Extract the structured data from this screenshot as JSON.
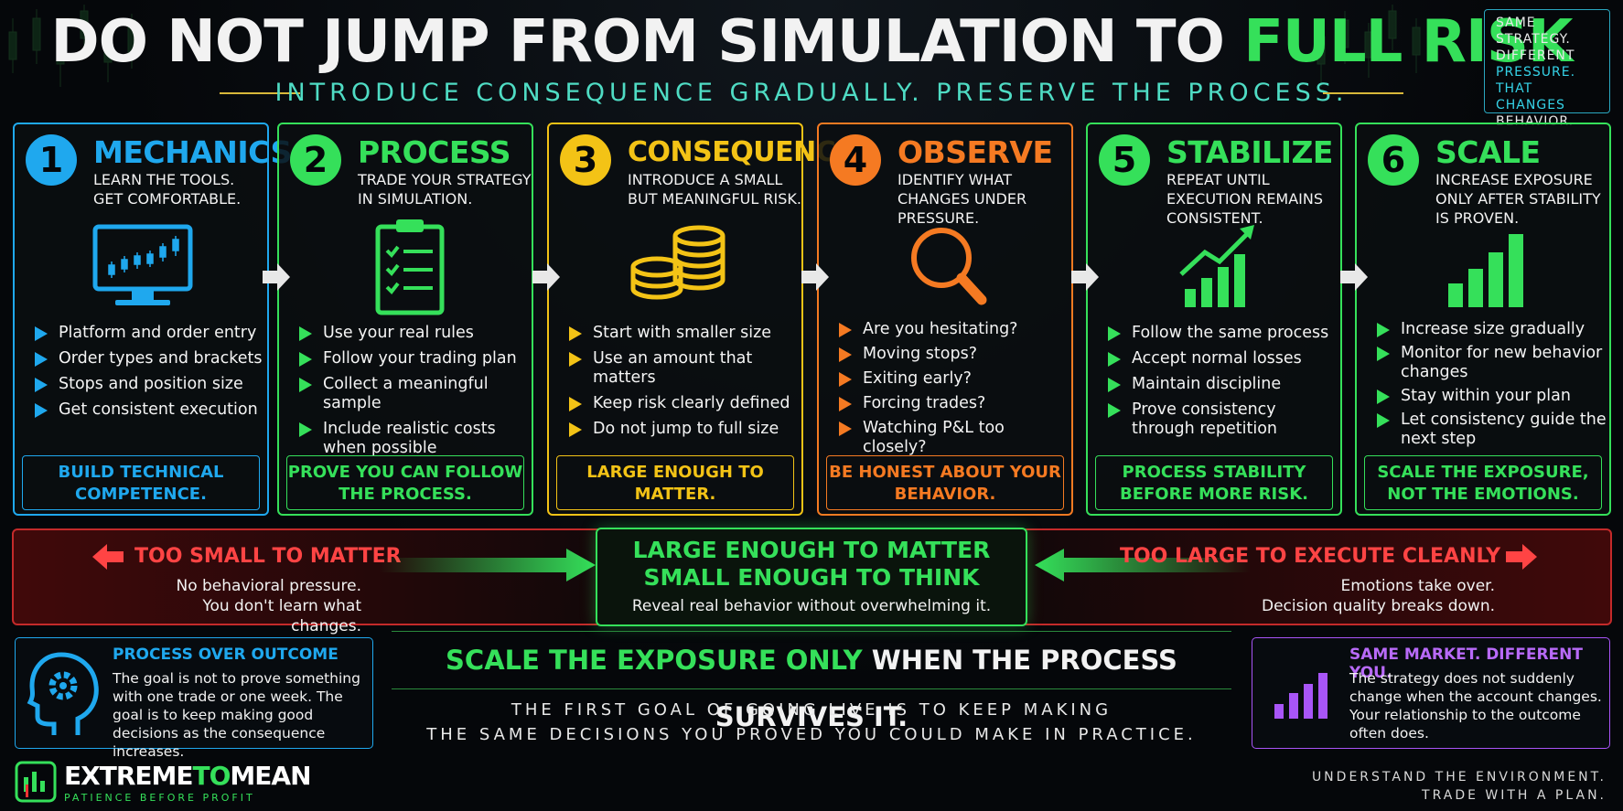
{
  "header": {
    "title_white": "DO NOT JUMP FROM SIMULATION TO",
    "title_green": "FULL RISK",
    "subtitle": "INTRODUCE CONSEQUENCE GRADUALLY. PRESERVE THE PROCESS.",
    "corner_lines": [
      "SAME",
      "STRATEGY.",
      "DIFFERENT",
      "PRESSURE.",
      "THAT CHANGES",
      "BEHAVIOR."
    ]
  },
  "steps": [
    {
      "num": "1",
      "name": "MECHANICS",
      "desc": "LEARN THE TOOLS. GET COMFORTABLE.",
      "icon": "monitor-chart-icon",
      "color": "#1fa8ee",
      "bullets": [
        "Platform and order entry",
        "Order types and brackets",
        "Stops and position size",
        "Get consistent execution"
      ],
      "footer": "BUILD TECHNICAL COMPETENCE."
    },
    {
      "num": "2",
      "name": "PROCESS",
      "desc": "TRADE YOUR STRATEGY IN SIMULATION.",
      "icon": "clipboard-checklist-icon",
      "color": "#35e05a",
      "bullets": [
        "Use your real rules",
        "Follow your trading plan",
        "Collect a meaningful sample",
        "Include realistic costs when possible"
      ],
      "footer": "PROVE YOU CAN FOLLOW THE PROCESS."
    },
    {
      "num": "3",
      "name": "CONSEQUENCE",
      "desc": "INTRODUCE A SMALL BUT MEANINGFUL RISK.",
      "icon": "coin-stack-icon",
      "color": "#f3c316",
      "bullets": [
        "Start with smaller size",
        "Use an amount that matters",
        "Keep risk clearly defined",
        "Do not jump to full size"
      ],
      "footer": "LARGE ENOUGH TO MATTER."
    },
    {
      "num": "4",
      "name": "OBSERVE",
      "desc": "IDENTIFY WHAT CHANGES UNDER PRESSURE.",
      "icon": "magnifier-icon",
      "color": "#f57a22",
      "bullets": [
        "Are you hesitating?",
        "Moving stops?",
        "Exiting early?",
        "Forcing trades?",
        "Watching P&L too closely?"
      ],
      "footer": "BE HONEST ABOUT YOUR BEHAVIOR."
    },
    {
      "num": "5",
      "name": "STABILIZE",
      "desc": "REPEAT UNTIL EXECUTION REMAINS CONSISTENT.",
      "icon": "growth-chart-icon",
      "color": "#35e05a",
      "bullets": [
        "Follow the same process",
        "Accept normal losses",
        "Maintain discipline",
        "Prove consistency through repetition"
      ],
      "footer": "PROCESS STABILITY BEFORE MORE RISK."
    },
    {
      "num": "6",
      "name": "SCALE",
      "desc": "INCREASE EXPOSURE ONLY AFTER STABILITY IS PROVEN.",
      "icon": "bar-scale-icon",
      "color": "#35e05a",
      "bullets": [
        "Increase size gradually",
        "Monitor for new behavior changes",
        "Stay within your plan",
        "Let consistency guide the next step"
      ],
      "footer": "SCALE THE EXPOSURE, NOT THE EMOTIONS."
    }
  ],
  "band": {
    "left_title": "TOO SMALL TO MATTER",
    "left_line1": "No behavioral pressure.",
    "left_line2": "You don't learn what changes.",
    "center_line1": "LARGE ENOUGH TO MATTER",
    "center_line2": "SMALL ENOUGH TO THINK",
    "center_desc": "Reveal real behavior without overwhelming it.",
    "right_title": "TOO LARGE TO EXECUTE CLEANLY",
    "right_line1": "Emotions take over.",
    "right_line2": "Decision quality breaks down."
  },
  "bottom": {
    "left_title": "PROCESS OVER OUTCOME",
    "left_desc": "The goal is not to prove something with one trade or one week. The goal is to keep making good decisions as the consequence increases.",
    "slogan_green": "SCALE THE EXPOSURE ONLY",
    "slogan_white": "WHEN THE PROCESS SURVIVES IT.",
    "quote_line1": "THE FIRST GOAL OF GOING LIVE IS TO KEEP MAKING",
    "quote_line2": "THE SAME DECISIONS YOU PROVED YOU COULD MAKE IN PRACTICE.",
    "right_title": "SAME MARKET. DIFFERENT YOU.",
    "right_desc": "The strategy does not suddenly change when the account changes. Your relationship to the outcome often does."
  },
  "footer": {
    "logo_a": "EXTREME",
    "logo_b": "TO",
    "logo_c": "MEAN",
    "tagline": "PATIENCE BEFORE PROFIT",
    "right_line1": "UNDERSTAND THE ENVIRONMENT.",
    "right_line2": "TRADE WITH A PLAN."
  },
  "colors": {
    "green": "#35e05a",
    "red": "#ff4444",
    "blue": "#1fa8ee",
    "yellow": "#f3c316",
    "orange": "#f57a22",
    "purple": "#a855f7",
    "background": "#05070a"
  }
}
